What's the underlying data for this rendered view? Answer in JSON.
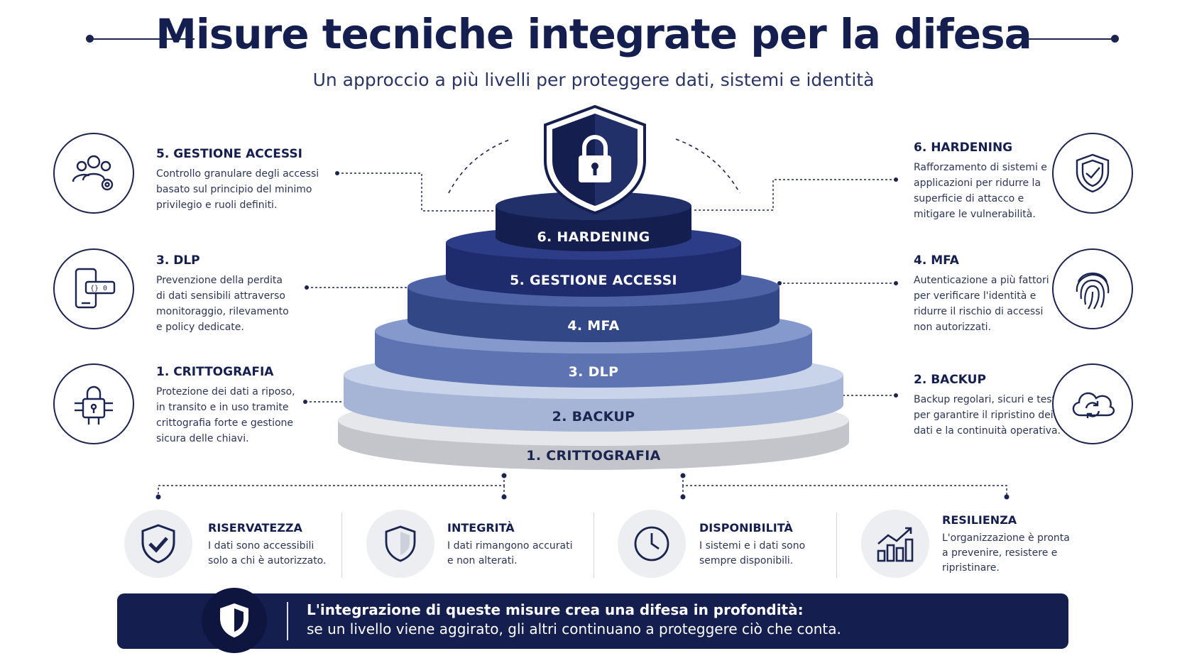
{
  "title": "Misure tecniche integrate per la difesa",
  "subtitle": "Un approccio a più livelli per proteggere dati, sistemi e identità",
  "layers": [
    {
      "label": "1. CRITTOGRAFIA"
    },
    {
      "label": "2. BACKUP"
    },
    {
      "label": "3. DLP"
    },
    {
      "label": "4. MFA"
    },
    {
      "label": "5. GESTIONE ACCESSI"
    },
    {
      "label": "6. HARDENING"
    }
  ],
  "left_items": [
    {
      "title": "5. GESTIONE ACCESSI",
      "lines": [
        "Controllo granulare degli accessi",
        "basato sul principio del minimo",
        "privilegio e ruoli definiti."
      ],
      "icon": "users-gear-icon"
    },
    {
      "title": "3. DLP",
      "lines": [
        "Prevenzione della perdita",
        "di dati sensibili attraverso",
        "monitoraggio, rilevamento",
        "e policy dedicate."
      ],
      "icon": "phone-code-icon"
    },
    {
      "title": "1. CRITTOGRAFIA",
      "lines": [
        "Protezione dei dati a riposo,",
        "in transito e in uso tramite",
        "crittografia forte e gestione",
        "sicura delle chiavi."
      ],
      "icon": "lock-circuit-icon"
    }
  ],
  "right_items": [
    {
      "title": "6. HARDENING",
      "lines": [
        "Rafforzamento di sistemi e",
        "applicazioni per ridurre la",
        "superficie di attacco e",
        "mitigare le vulnerabilità."
      ],
      "icon": "shield-check-icon"
    },
    {
      "title": "4. MFA",
      "lines": [
        "Autenticazione a più fattori",
        "per verificare l'identità e",
        "ridurre il rischio di accessi",
        "non autorizzati."
      ],
      "icon": "fingerprint-icon"
    },
    {
      "title": "2. BACKUP",
      "lines": [
        "Backup regolari, sicuri e testati",
        "per garantire il ripristino dei",
        "dati e la continuità operativa."
      ],
      "icon": "cloud-sync-icon"
    }
  ],
  "principles": [
    {
      "title": "RISERVATEZZA",
      "lines": [
        "I dati sono accessibili",
        "solo a chi è autorizzato."
      ],
      "icon": "shield-check-icon"
    },
    {
      "title": "INTEGRITÀ",
      "lines": [
        "I dati rimangono accurati",
        "e non alterati."
      ],
      "icon": "shield-icon"
    },
    {
      "title": "DISPONIBILITÀ",
      "lines": [
        "I sistemi e i dati sono",
        "sempre disponibili."
      ],
      "icon": "clock-icon"
    },
    {
      "title": "RESILIENZA",
      "lines": [
        "L'organizzazione è pronta",
        "a prevenire, resistere e",
        "ripristinare."
      ],
      "icon": "chart-growth-icon"
    }
  ],
  "footer": {
    "line1": "L'integrazione di queste misure crea una difesa in profondità:",
    "line2": "se un livello viene aggirato, gli altri continuano a proteggere ciò che conta.",
    "icon": "shield-icon"
  },
  "colors": {
    "navy": "#141e4f",
    "layer6": "#1a2555",
    "layer5": "#223077",
    "layer4": "#3a4f92",
    "layer3": "#6f86c2",
    "layer2": "#b6c4e0",
    "layer1": "#dedfe3"
  }
}
